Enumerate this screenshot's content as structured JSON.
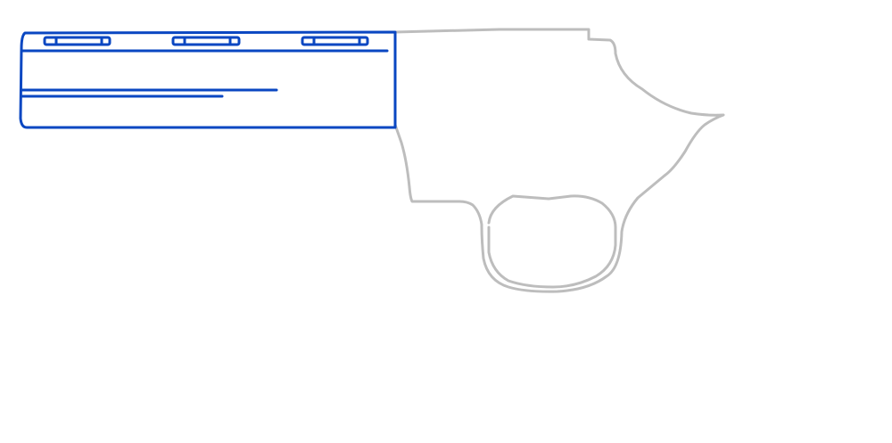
{
  "drawing": {
    "subject": "line-drawing-pistol-outline",
    "colors": {
      "barrel": "#0a47c2",
      "frame": "#bdbdbd",
      "background": "#ffffff"
    },
    "parts": {
      "barrel": "highlighted",
      "frame": "outline",
      "trigger_guard": "outline",
      "barrel_slots": 3
    }
  }
}
